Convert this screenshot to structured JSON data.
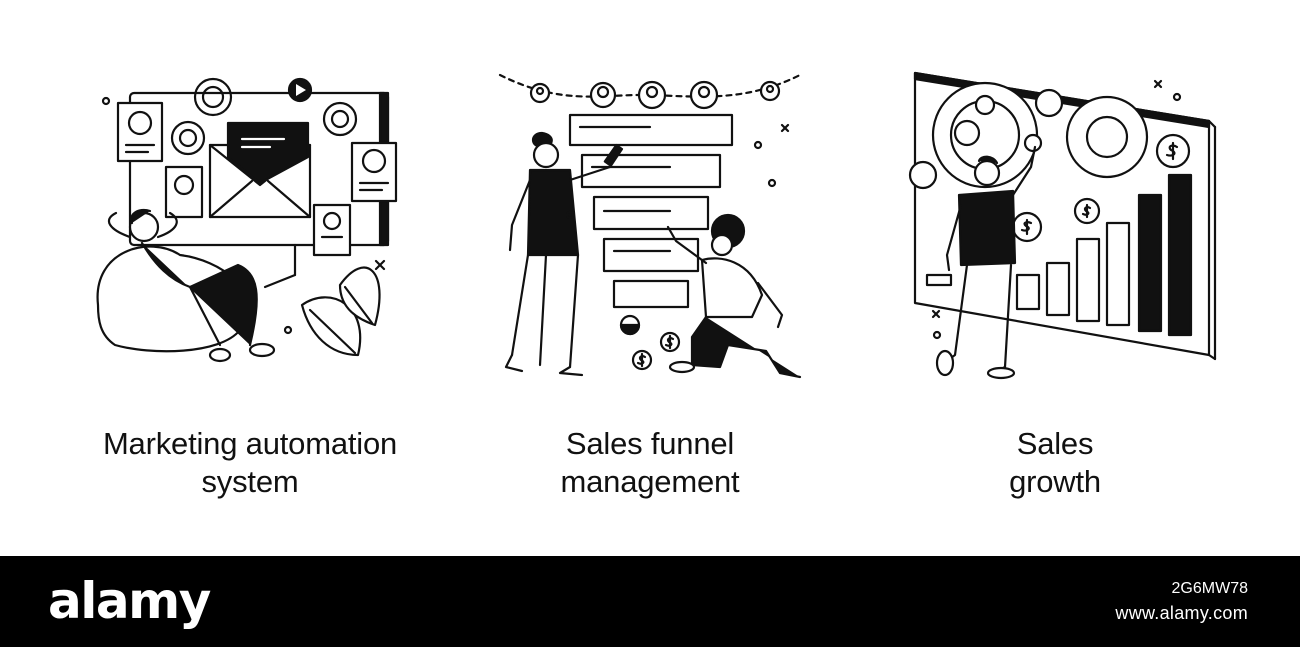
{
  "panels": [
    {
      "caption_line1": "Marketing automation",
      "caption_line2": "system"
    },
    {
      "caption_line1": "Sales funnel",
      "caption_line2": "management"
    },
    {
      "caption_line1": "Sales",
      "caption_line2": "growth"
    }
  ],
  "icons": {
    "panel1": [
      "monitor-icon",
      "envelope-icon",
      "gear-icon",
      "play-icon",
      "profile-card-icon",
      "beanbag-person-icon",
      "leaf-icon"
    ],
    "panel2": [
      "funnel-icon",
      "avatar-icon",
      "dollar-coin-icon",
      "person-icon"
    ],
    "panel3": [
      "dashboard-icon",
      "bar-chart-icon",
      "gear-icon",
      "dollar-coin-icon",
      "person-icon"
    ]
  },
  "footer": {
    "logo": "alamy",
    "image_id": "2G6MW78",
    "site": "www.alamy.com"
  },
  "colors": {
    "ink": "#111111",
    "background": "#ffffff",
    "footer": "#000000"
  }
}
